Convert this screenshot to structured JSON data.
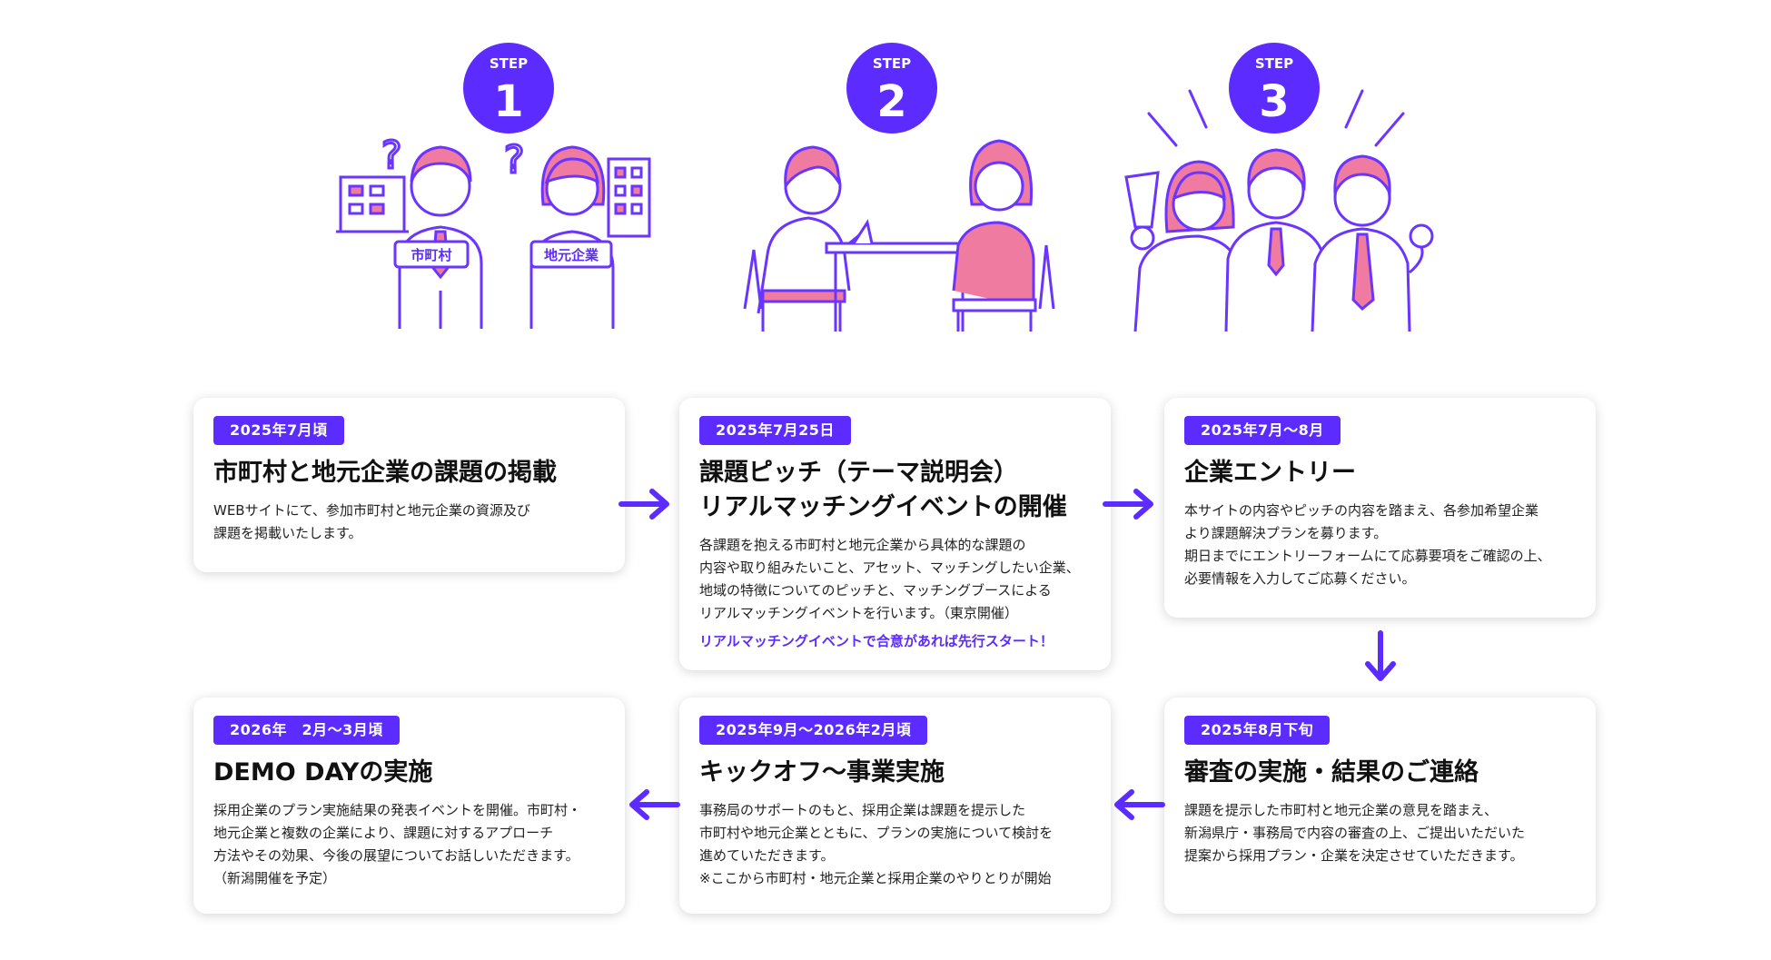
{
  "colors": {
    "accent": "#5b2bff",
    "skin": "#f07ba0",
    "line": "#6a35ff"
  },
  "steps": [
    {
      "label": "STEP",
      "number": "1",
      "tags": [
        "市町村",
        "地元企業"
      ]
    },
    {
      "label": "STEP",
      "number": "2"
    },
    {
      "label": "STEP",
      "number": "3"
    }
  ],
  "cards": [
    {
      "date": "2025年7月頃",
      "title": "市町村と地元企業の課題の掲載",
      "body": "WEBサイトにて、参加市町村と地元企業の資源及び\n課題を掲載いたします。"
    },
    {
      "date": "2025年7月25日",
      "title": "課題ピッチ（テーマ説明会）\nリアルマッチングイベントの開催",
      "body": "各課題を抱える市町村と地元企業から具体的な課題の\n内容や取り組みたいこと、アセット、マッチングしたい企業、\n地域の特徴についてのピッチと、マッチングブースによる\nリアルマッチングイベントを行います。（東京開催）",
      "note": "リアルマッチングイベントで合意があれば先行スタート！"
    },
    {
      "date": "2025年7月〜8月",
      "title": "企業エントリー",
      "body": "本サイトの内容やピッチの内容を踏まえ、各参加希望企業\nより課題解決プランを募ります。\n期日までにエントリーフォームにて応募要項をご確認の上、\n必要情報を入力してご応募ください。"
    },
    {
      "date": "2025年8月下旬",
      "title": "審査の実施・結果のご連絡",
      "body": "課題を提示した市町村と地元企業の意見を踏まえ、\n新潟県庁・事務局で内容の審査の上、ご提出いただいた\n提案から採用プラン・企業を決定させていただきます。"
    },
    {
      "date": "2025年9月〜2026年2月頃",
      "title": "キックオフ〜事業実施",
      "body": "事務局のサポートのもと、採用企業は課題を提示した\n市町村や地元企業とともに、プランの実施について検討を\n進めていただきます。\n※ここから市町村・地元企業と採用企業のやりとりが開始"
    },
    {
      "date": "2026年　2月〜3月頃",
      "title": "DEMO DAYの実施",
      "body": "採用企業のプラン実施結果の発表イベントを開催。市町村・\n地元企業と複数の企業により、課題に対するアプローチ\n方法やその効果、今後の展望についてお話しいただきます。\n（新潟開催を予定）"
    }
  ]
}
